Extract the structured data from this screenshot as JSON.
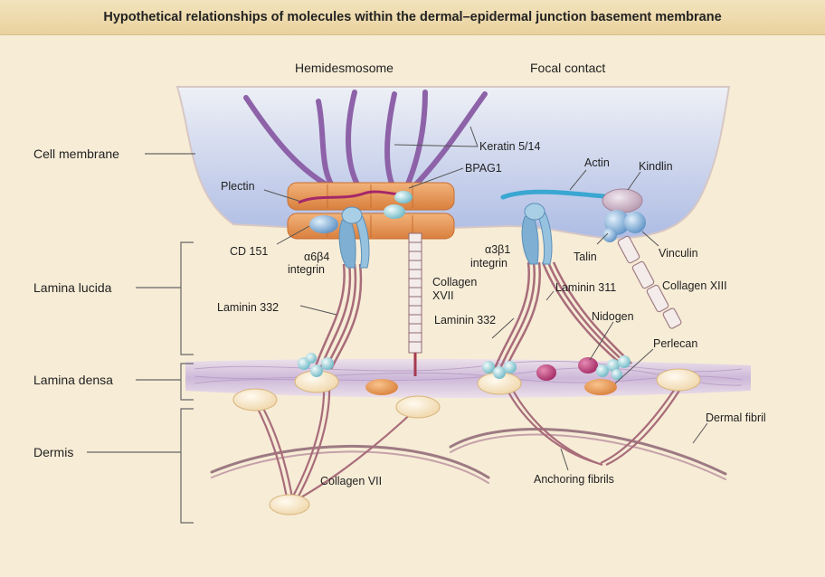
{
  "title": "Hypothetical relationships of molecules within the dermal–epidermal junction basement membrane",
  "regions": {
    "cell_membrane": "Cell membrane",
    "lamina_lucida": "Lamina lucida",
    "lamina_densa": "Lamina densa",
    "dermis": "Dermis"
  },
  "structures": {
    "hemidesmosome": "Hemidesmosome",
    "focal_contact": "Focal contact"
  },
  "labels": {
    "keratin": "Keratin 5/14",
    "bpag1": "BPAG1",
    "plectin": "Plectin",
    "cd151": "CD 151",
    "a6b4": "α6β4",
    "integrin_left": "integrin",
    "collagen17_a": "Collagen",
    "collagen17_b": "XVII",
    "laminin332_left": "Laminin 332",
    "a3b1": "α3β1",
    "integrin_right": "integrin",
    "laminin332_right": "Laminin 332",
    "laminin311": "Laminin 311",
    "actin": "Actin",
    "kindlin": "Kindlin",
    "talin": "Talin",
    "vinculin": "Vinculin",
    "collagen13": "Collagen XIII",
    "nidogen": "Nidogen",
    "perlecan": "Perlecan",
    "dermal_fibril": "Dermal fibril",
    "collagen7": "Collagen VII",
    "anchoring_fibrils": "Anchoring fibrils"
  },
  "colors": {
    "background": "#f7ecd6",
    "cell_cytoplasm": "#c4cdea",
    "keratin": "#8d62a8",
    "plaque": "#e6985a",
    "integrin": "#8cb7d6",
    "laminin_fibers": "#a86c7a",
    "lamina_densa": "#d5c2dc",
    "actin": "#3aa7d2",
    "nidogen": "#b03a72"
  }
}
